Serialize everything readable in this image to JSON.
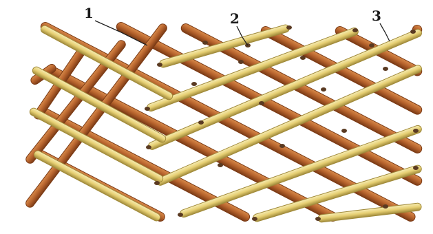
{
  "callouts": [
    {
      "id": "1",
      "text": "1"
    },
    {
      "id": "2",
      "text": "2"
    },
    {
      "id": "3",
      "text": "3"
    }
  ],
  "colors": {
    "brown_fill": "#b5622c",
    "brown_dark": "#7a3a15",
    "brown_light": "#d88a4a",
    "yellow_fill": "#e6cf73",
    "yellow_dark": "#a08a3a",
    "yellow_light": "#f7ecb4",
    "nail": "#5a3a22",
    "background": "#ffffff"
  }
}
